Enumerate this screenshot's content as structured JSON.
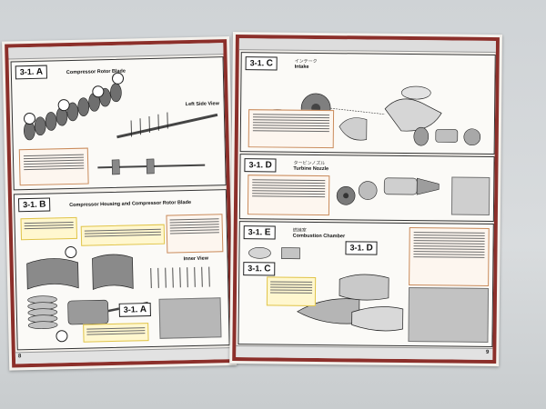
{
  "scene": {
    "description_visible_text_only": true,
    "colors": {
      "frame": "#8c2f2a",
      "paper": "#f4f1ec",
      "highlight": "#f1c232",
      "table": "#cfd3d6"
    }
  },
  "left_page": {
    "section_a": {
      "step": "3-1.",
      "letter": "A",
      "title_en": "Compressor Rotor Blade"
    },
    "section_b": {
      "step": "3-1.",
      "letter": "B",
      "title_en": "Compressor Housing and Compressor Rotor Blade"
    },
    "page_number": "8"
  },
  "right_page": {
    "section_c": {
      "step": "3-1.",
      "letter": "C",
      "title_jp": "インテーク",
      "title_en": "Intake"
    },
    "section_d": {
      "step": "3-1.",
      "letter": "D",
      "title_jp": "タービンノズル",
      "title_en": "Turbine Nozzle"
    },
    "section_e": {
      "step": "3-1.",
      "letter": "E",
      "title_jp": "燃焼室",
      "title_en": "Combustion Chamber"
    },
    "ref_c": {
      "step": "3-1.",
      "letter": "C"
    },
    "ref_d": {
      "step": "3-1.",
      "letter": "D"
    },
    "page_number": "9"
  },
  "labels": {
    "left_view": "Left Side View",
    "inner_view": "Inner View"
  }
}
